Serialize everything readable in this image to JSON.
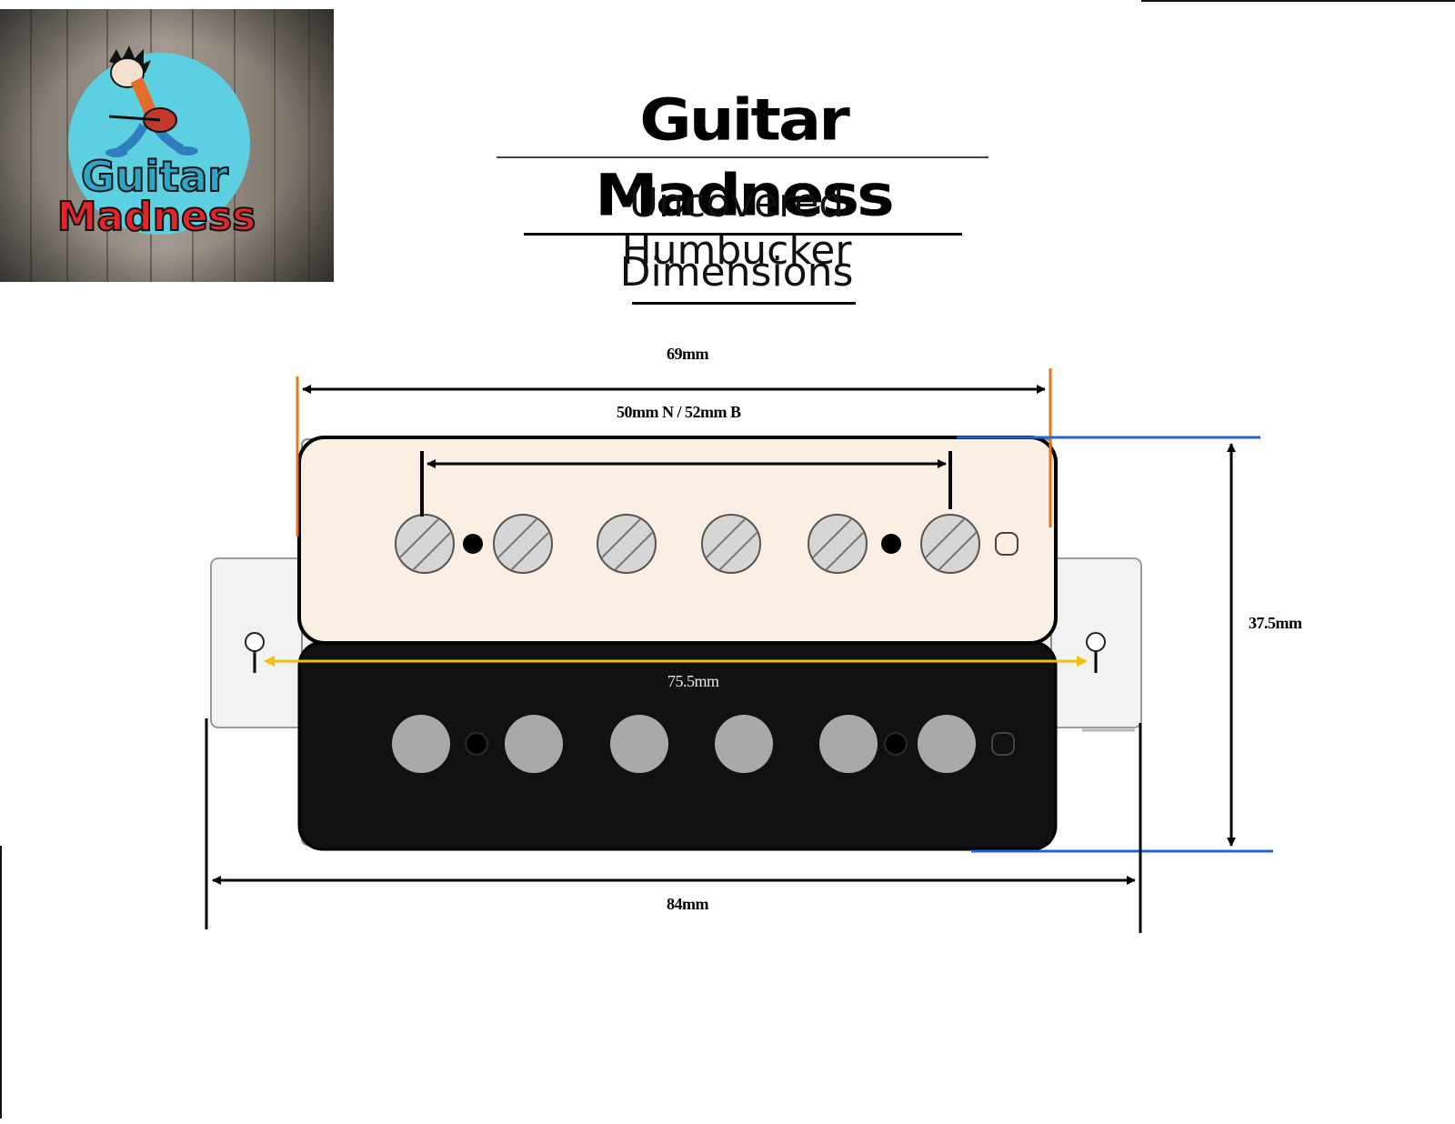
{
  "brand": {
    "logo_text_top": "Guitar",
    "logo_text_bottom": "Madness",
    "title": "Guitar Madness"
  },
  "headings": {
    "line1": "Uncovered Humbucker",
    "line2": "Dimensions"
  },
  "dimensions": {
    "overall_cover_width": "69mm",
    "pole_spacing": "50mm N / 52mm B",
    "height": "37.5mm",
    "mount_hole_spacing": "75.5mm",
    "baseplate_width": "84mm"
  },
  "colors": {
    "cream_bobbin": "#fbeee3",
    "black_bobbin": "#111111",
    "pole": "#cfcfcf",
    "baseplate": "#f2f2f2",
    "width_marker": "#e8731c",
    "height_marker": "#1f64d8",
    "mount_marker": "#f2c00c"
  }
}
